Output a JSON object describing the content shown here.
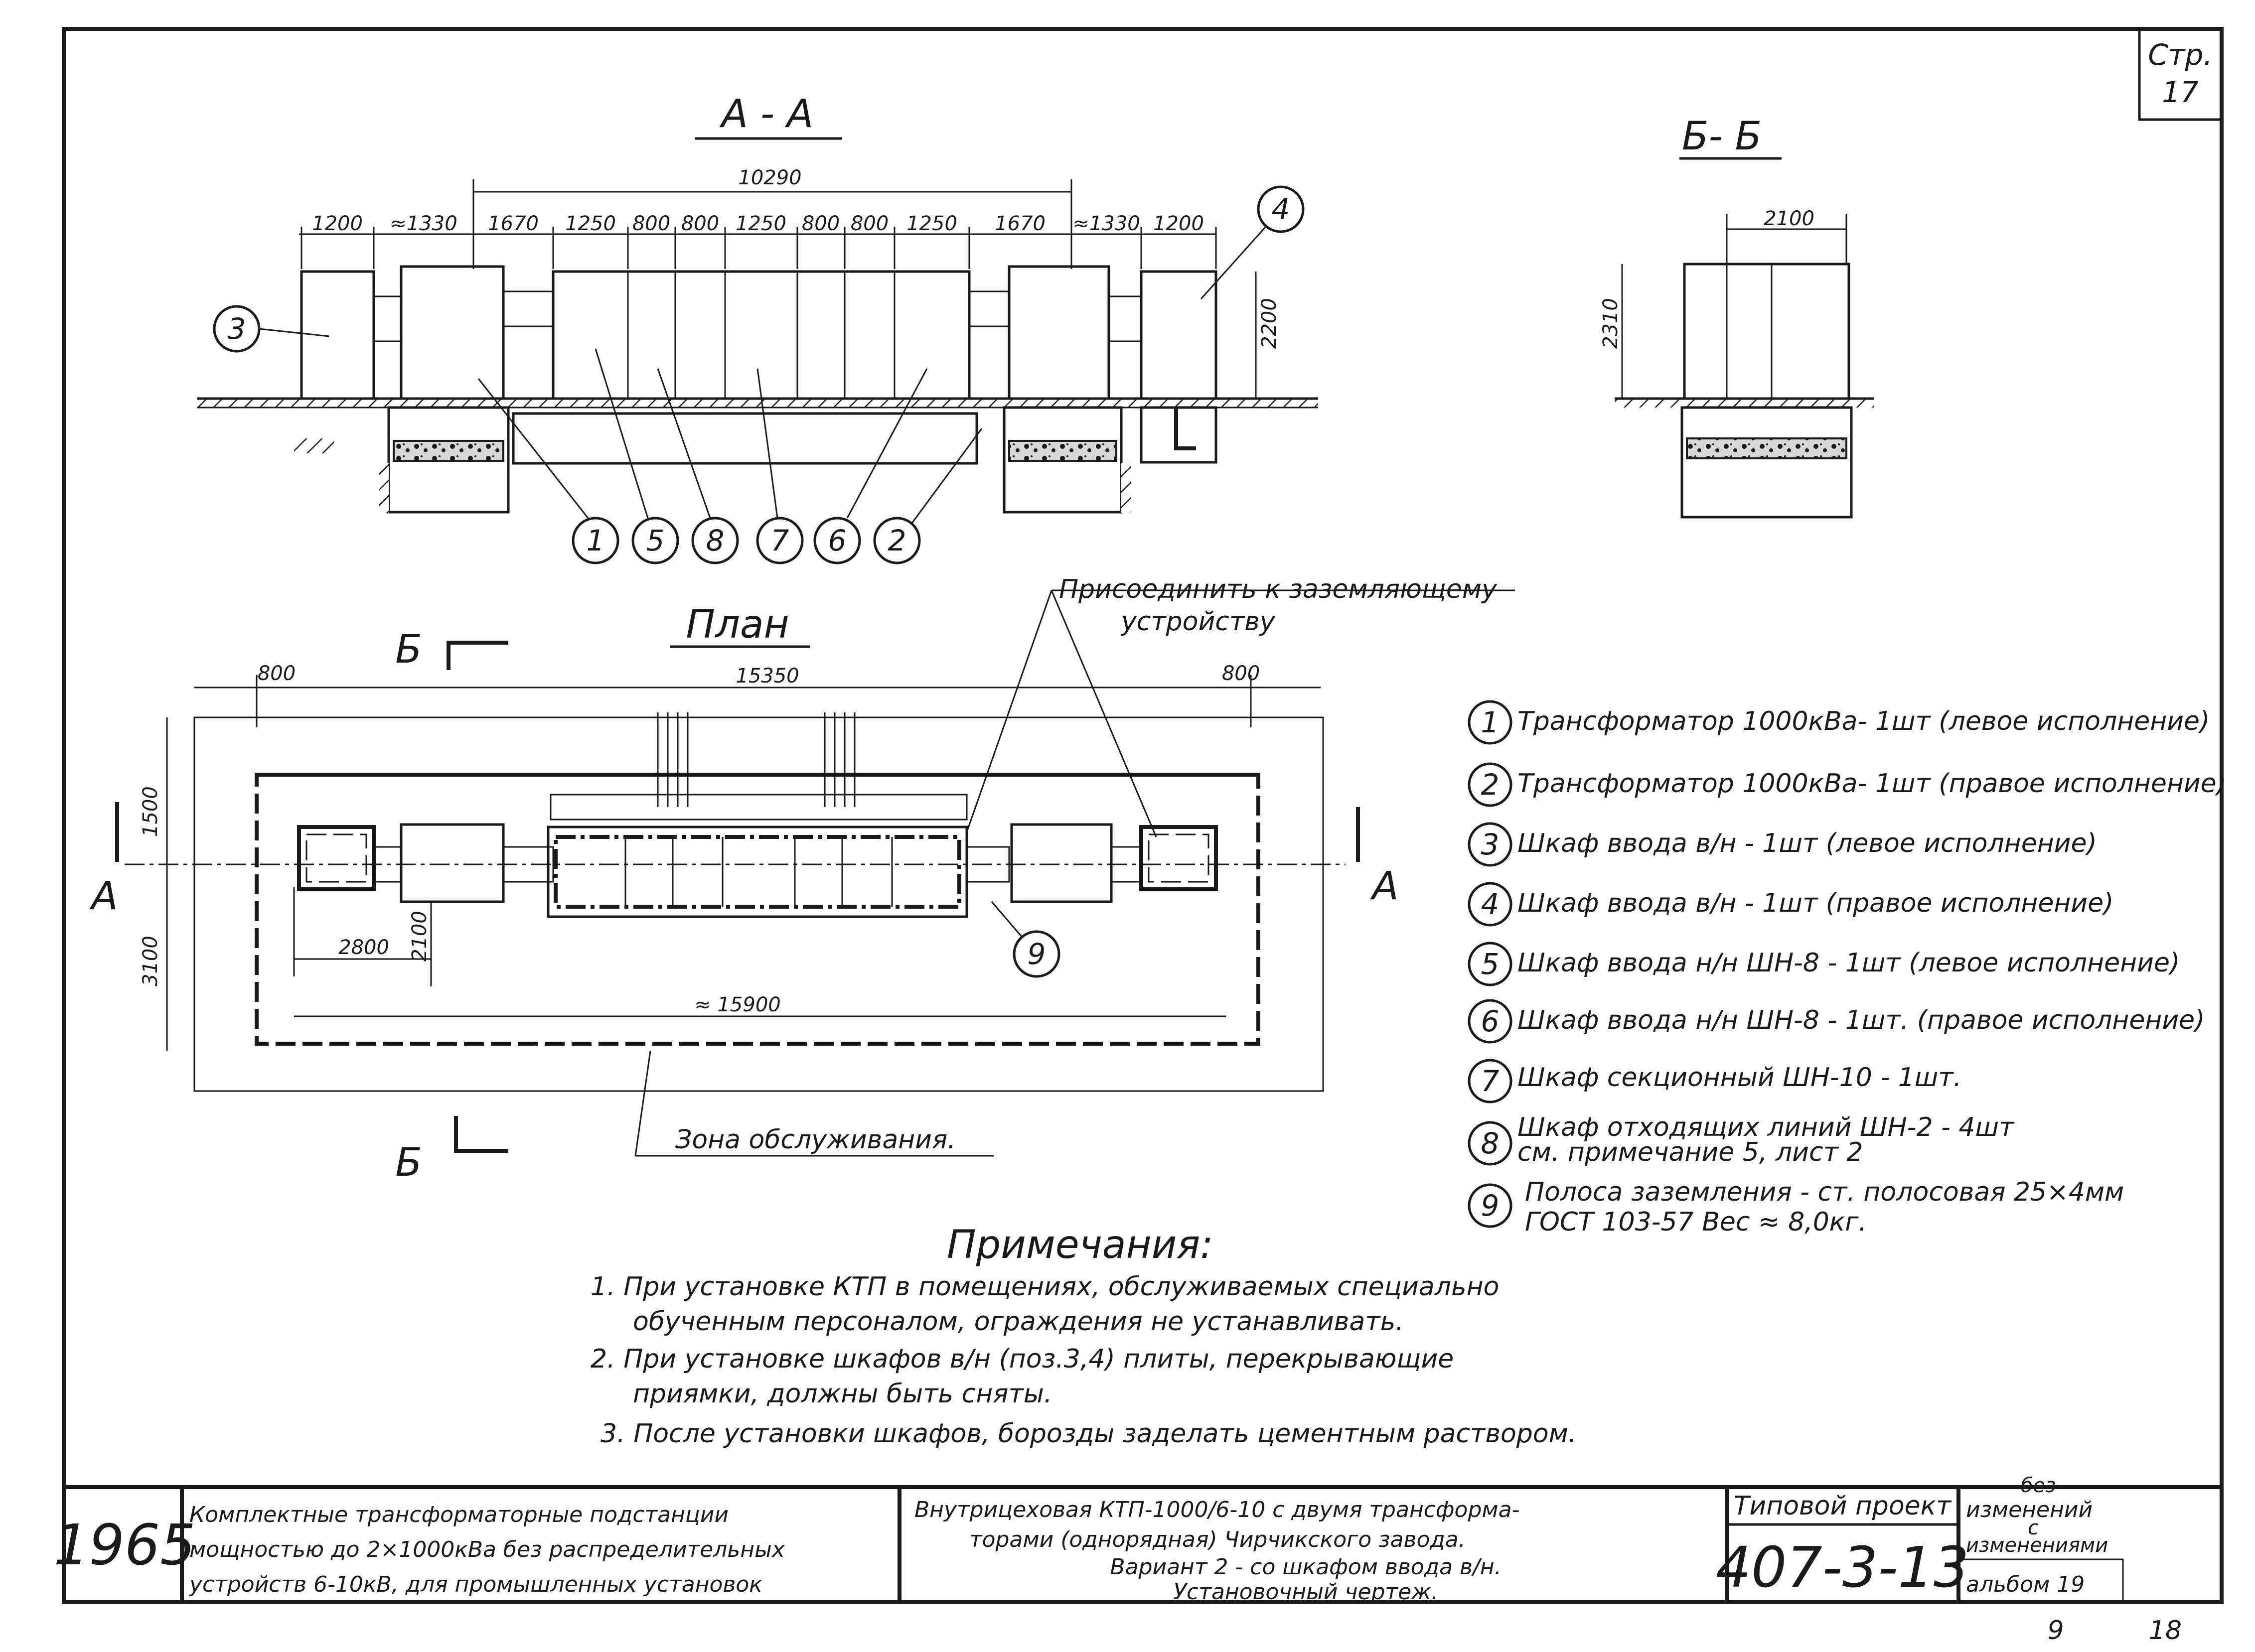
{
  "sheet": {
    "page_label": "Стр.",
    "page_number": "17"
  },
  "section_aa": {
    "title": "А - А",
    "dim_total": "10290",
    "dims": [
      "1200",
      "≈1330",
      "1670",
      "1250",
      "800",
      "800",
      "1250",
      "800",
      "800",
      "1250",
      "1670",
      "≈1330",
      "1200"
    ],
    "dim_height": "2200",
    "callouts": [
      "1",
      "5",
      "8",
      "7",
      "6",
      "2"
    ],
    "callout_left": "3",
    "callout_right": "4"
  },
  "section_bb": {
    "title": "Б- Б",
    "dim_width": "2100",
    "dim_height": "2310"
  },
  "plan": {
    "title": "План",
    "cut_mark": "Б",
    "cut_mark_side": "А",
    "dim_total": "15350",
    "dim_left": "800",
    "dim_right": "800",
    "dim_1500": "1500",
    "dim_3100": "3100",
    "dim_2800": "2800",
    "dim_2100": "2100",
    "dim_15900": "≈ 15900",
    "callout_9": "9",
    "ground_note_line1": "Присоединить к заземляющему",
    "ground_note_line2": "устройству",
    "service_zone": "Зона обслуживания."
  },
  "legend": [
    {
      "num": "1",
      "text": "Трансформатор 1000кВа- 1шт (левое исполнение)"
    },
    {
      "num": "2",
      "text": "Трансформатор 1000кВа- 1шт (правое исполнение)"
    },
    {
      "num": "3",
      "text": "Шкаф ввода в/н - 1шт (левое исполнение)"
    },
    {
      "num": "4",
      "text": "Шкаф ввода в/н - 1шт (правое исполнение)"
    },
    {
      "num": "5",
      "text": "Шкаф ввода н/н ШН-8 - 1шт (левое исполнение)"
    },
    {
      "num": "6",
      "text": "Шкаф ввода н/н ШН-8 - 1шт. (правое исполнение)"
    },
    {
      "num": "7",
      "text": "Шкаф секционный ШН-10 - 1шт."
    },
    {
      "num": "8",
      "text": "Шкаф отходящих линий ШН-2 - 4шт",
      "text2": "см. примечание 5, лист 2"
    },
    {
      "num": "9",
      "text": "Полоса заземления - ст. полосовая 25×4мм",
      "text2": "ГОСТ 103-57 Вес ≈ 8,0кг."
    }
  ],
  "notes": {
    "title": "Примечания:",
    "lines": [
      "1. При установке КТП в помещениях, обслуживаемых специально",
      "обученным персоналом, ограждения не устанавливать.",
      "2. При установке шкафов в/н (поз.3,4) плиты, перекрывающие",
      "приямки, должны быть сняты.",
      "3. После установки шкафов, борозды заделать цементным раствором."
    ]
  },
  "title_block": {
    "year": "1965",
    "desc_lines": [
      "Комплектные трансформаторные подстанции",
      "мощностью до 2×1000кВа без распределительных",
      "устройств 6-10кВ, для промышленных установок"
    ],
    "title_lines": [
      "Внутрицеховая КТП-1000/6-10 с двумя трансформа-",
      "торами (однорядная) Чирчикского завода.",
      "Вариант 2 - со шкафом ввода в/н.",
      "Установочный чертеж."
    ],
    "project_label": "Типовой проект",
    "project_number": "407-3-13",
    "rev_line1": "без",
    "rev_line2": "изменений",
    "rev_line3": "с",
    "rev_line4": "изменениями",
    "album": "альбом 19"
  },
  "footer": {
    "left": "9",
    "right": "18"
  }
}
